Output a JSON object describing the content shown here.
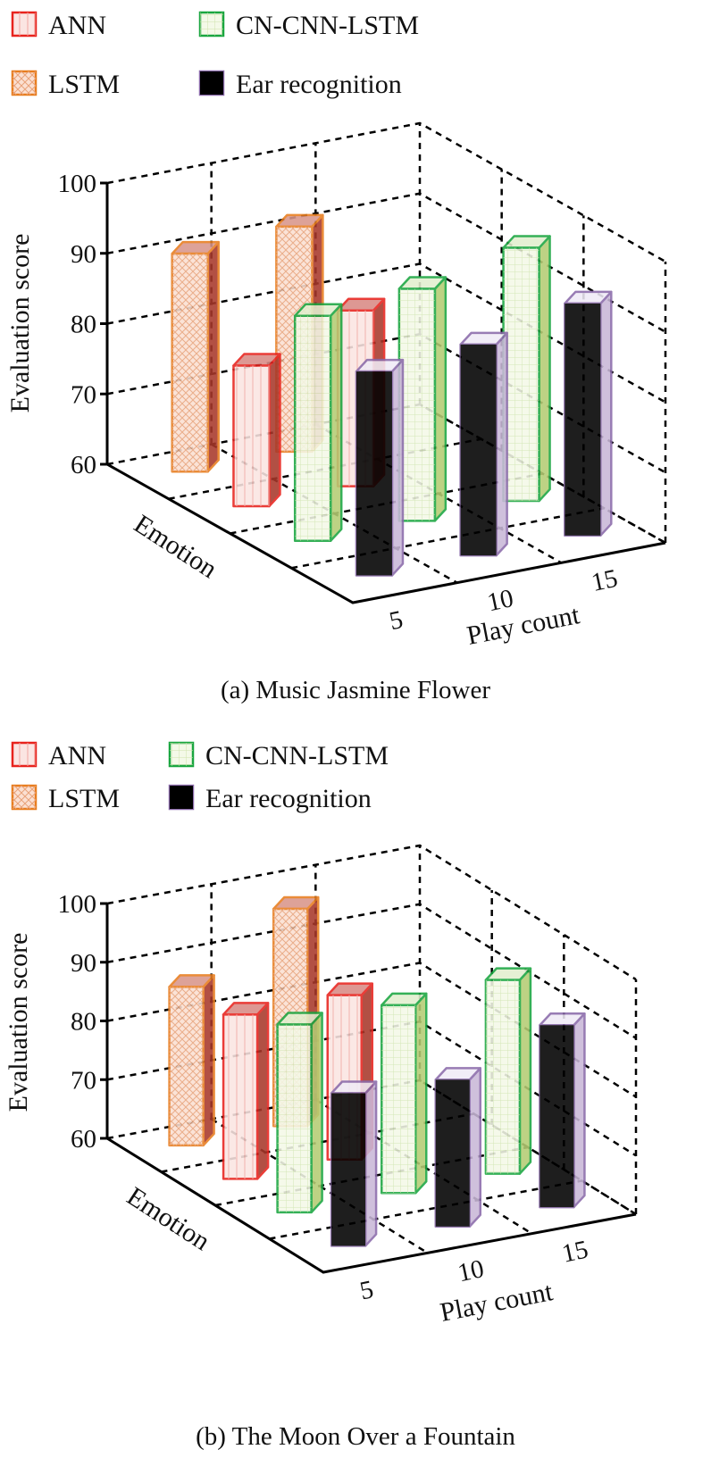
{
  "colors": {
    "LSTM": {
      "face": "#fbe0d2",
      "stroke": "#e87d1e",
      "top": "#d9968a",
      "side": "#a8382b"
    },
    "ANN": {
      "face": "#fbe5e2",
      "stroke": "#e8231d",
      "top": "#d98a85",
      "side": "#a8382b"
    },
    "CN-CNN-LSTM": {
      "face": "#f4f9e8",
      "stroke": "#1aa640",
      "top": "#e2efcf",
      "side": "#b5cc74"
    },
    "Ear recognition": {
      "face": "#e2d9ec",
      "stroke": "#8a6aaa",
      "top": "#f0ebf6",
      "side": "#c9b8d8"
    }
  },
  "chart_data": [
    {
      "type": "bar3d",
      "title": "(a) Music Jasmine Flower",
      "legend": [
        "ANN",
        "CN-CNN-LSTM",
        "LSTM",
        "Ear recognition"
      ],
      "ylabel": "Evaluation score",
      "xlabel": "Play count",
      "zlabel": "Emotion",
      "ylim": [
        60,
        100
      ],
      "yticks": [
        "60",
        "70",
        "80",
        "90",
        "100"
      ],
      "categories": [
        "5",
        "10",
        "15"
      ],
      "series": [
        {
          "name": "LSTM",
          "values": [
            91,
            92,
            null
          ]
        },
        {
          "name": "ANN",
          "values": [
            80,
            85,
            null
          ]
        },
        {
          "name": "CN-CNN-LSTM",
          "values": [
            92,
            93,
            96
          ]
        },
        {
          "name": "Ear recognition",
          "values": [
            89,
            90,
            93
          ]
        }
      ]
    },
    {
      "type": "bar3d",
      "title": "(b) The Moon Over a Fountain",
      "legend": [
        "ANN",
        "CN-CNN-LSTM",
        "LSTM",
        "Ear recognition"
      ],
      "ylabel": "Evaluation score",
      "xlabel": "Play count",
      "zlabel": "Emotion",
      "ylim": [
        60,
        100
      ],
      "yticks": [
        "60",
        "70",
        "80",
        "90",
        "100"
      ],
      "categories": [
        "5",
        "10",
        "15"
      ],
      "series": [
        {
          "name": "LSTM",
          "values": [
            87,
            97,
            null
          ]
        },
        {
          "name": "ANN",
          "values": [
            88,
            88,
            null
          ]
        },
        {
          "name": "CN-CNN-LSTM",
          "values": [
            92,
            92,
            93
          ]
        },
        {
          "name": "Ear recognition",
          "values": [
            86,
            85,
            91
          ]
        }
      ]
    }
  ]
}
